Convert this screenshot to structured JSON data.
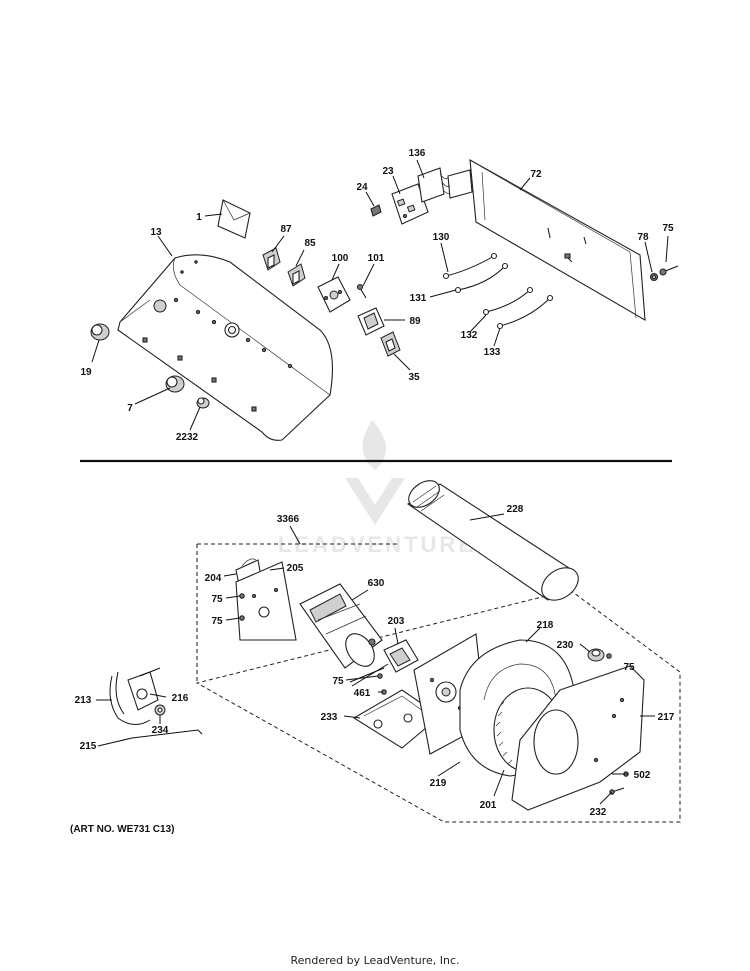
{
  "diagram": {
    "labels": {
      "l136": "136",
      "l23": "23",
      "l24": "24",
      "l72": "72",
      "l1": "1",
      "l13": "13",
      "l87": "87",
      "l85": "85",
      "l100": "100",
      "l101": "101",
      "l130": "130",
      "l78": "78",
      "l75a": "75",
      "l131": "131",
      "l89": "89",
      "l132": "132",
      "l133": "133",
      "l35": "35",
      "l19": "19",
      "l7": "7",
      "l2232": "2232",
      "l228": "228",
      "l3366": "3366",
      "l204": "204",
      "l205": "205",
      "l630": "630",
      "l75b": "75",
      "l75c": "75",
      "l203": "203",
      "l218": "218",
      "l230": "230",
      "l75d": "75",
      "l213": "213",
      "l216": "216",
      "l75e": "75",
      "l461": "461",
      "l217": "217",
      "l234": "234",
      "l233": "233",
      "l215": "215",
      "l219": "219",
      "l502": "502",
      "l201": "201",
      "l232": "232"
    },
    "art_number": "(ART NO. WE731 C13)",
    "watermark": "LEADVENTURE",
    "footer": "Rendered by LeadVenture, Inc."
  }
}
